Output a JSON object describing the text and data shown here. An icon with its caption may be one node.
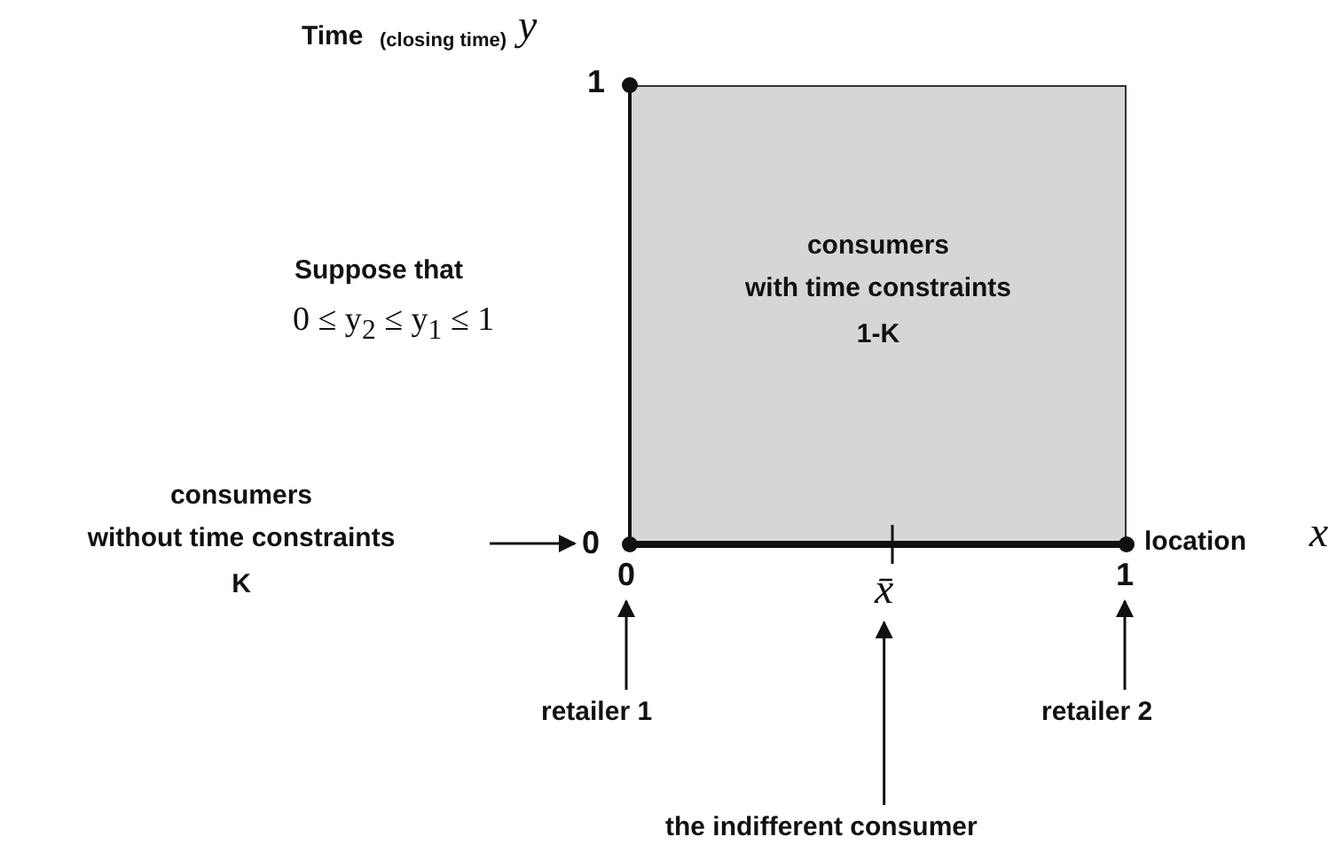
{
  "diagram": {
    "nodes": [
      {
        "text": [
          "consumers with time constraints",
          "1-K"
        ]
      },
      {
        "text": [
          "consumers without time constraints",
          "K"
        ]
      },
      {
        "text": [
          "0"
        ]
      },
      {
        "text": [
          "0"
        ]
      },
      {
        "text": [
          "x̄"
        ]
      },
      {
        "text": [
          "1"
        ]
      },
      {
        "text": [
          "retailer 1"
        ]
      },
      {
        "text": [
          "the indifferent consumer"
        ]
      },
      {
        "text": [
          "retailer 2"
        ]
      }
    ],
    "edges": [
      {
        "from": 1,
        "to": 2,
        "arrow": "to"
      },
      {
        "from": 6,
        "to": 3,
        "arrow": "to"
      },
      {
        "from": 7,
        "to": 4,
        "arrow": "to"
      },
      {
        "from": 8,
        "to": 5,
        "arrow": "to"
      }
    ],
    "labels": [
      "Time",
      "(closing time)",
      "y",
      "1",
      "Suppose that",
      "0 ≤ y$_{2}$ ≤ y$_{1}$ ≤ 1",
      "location",
      "x"
    ]
  }
}
